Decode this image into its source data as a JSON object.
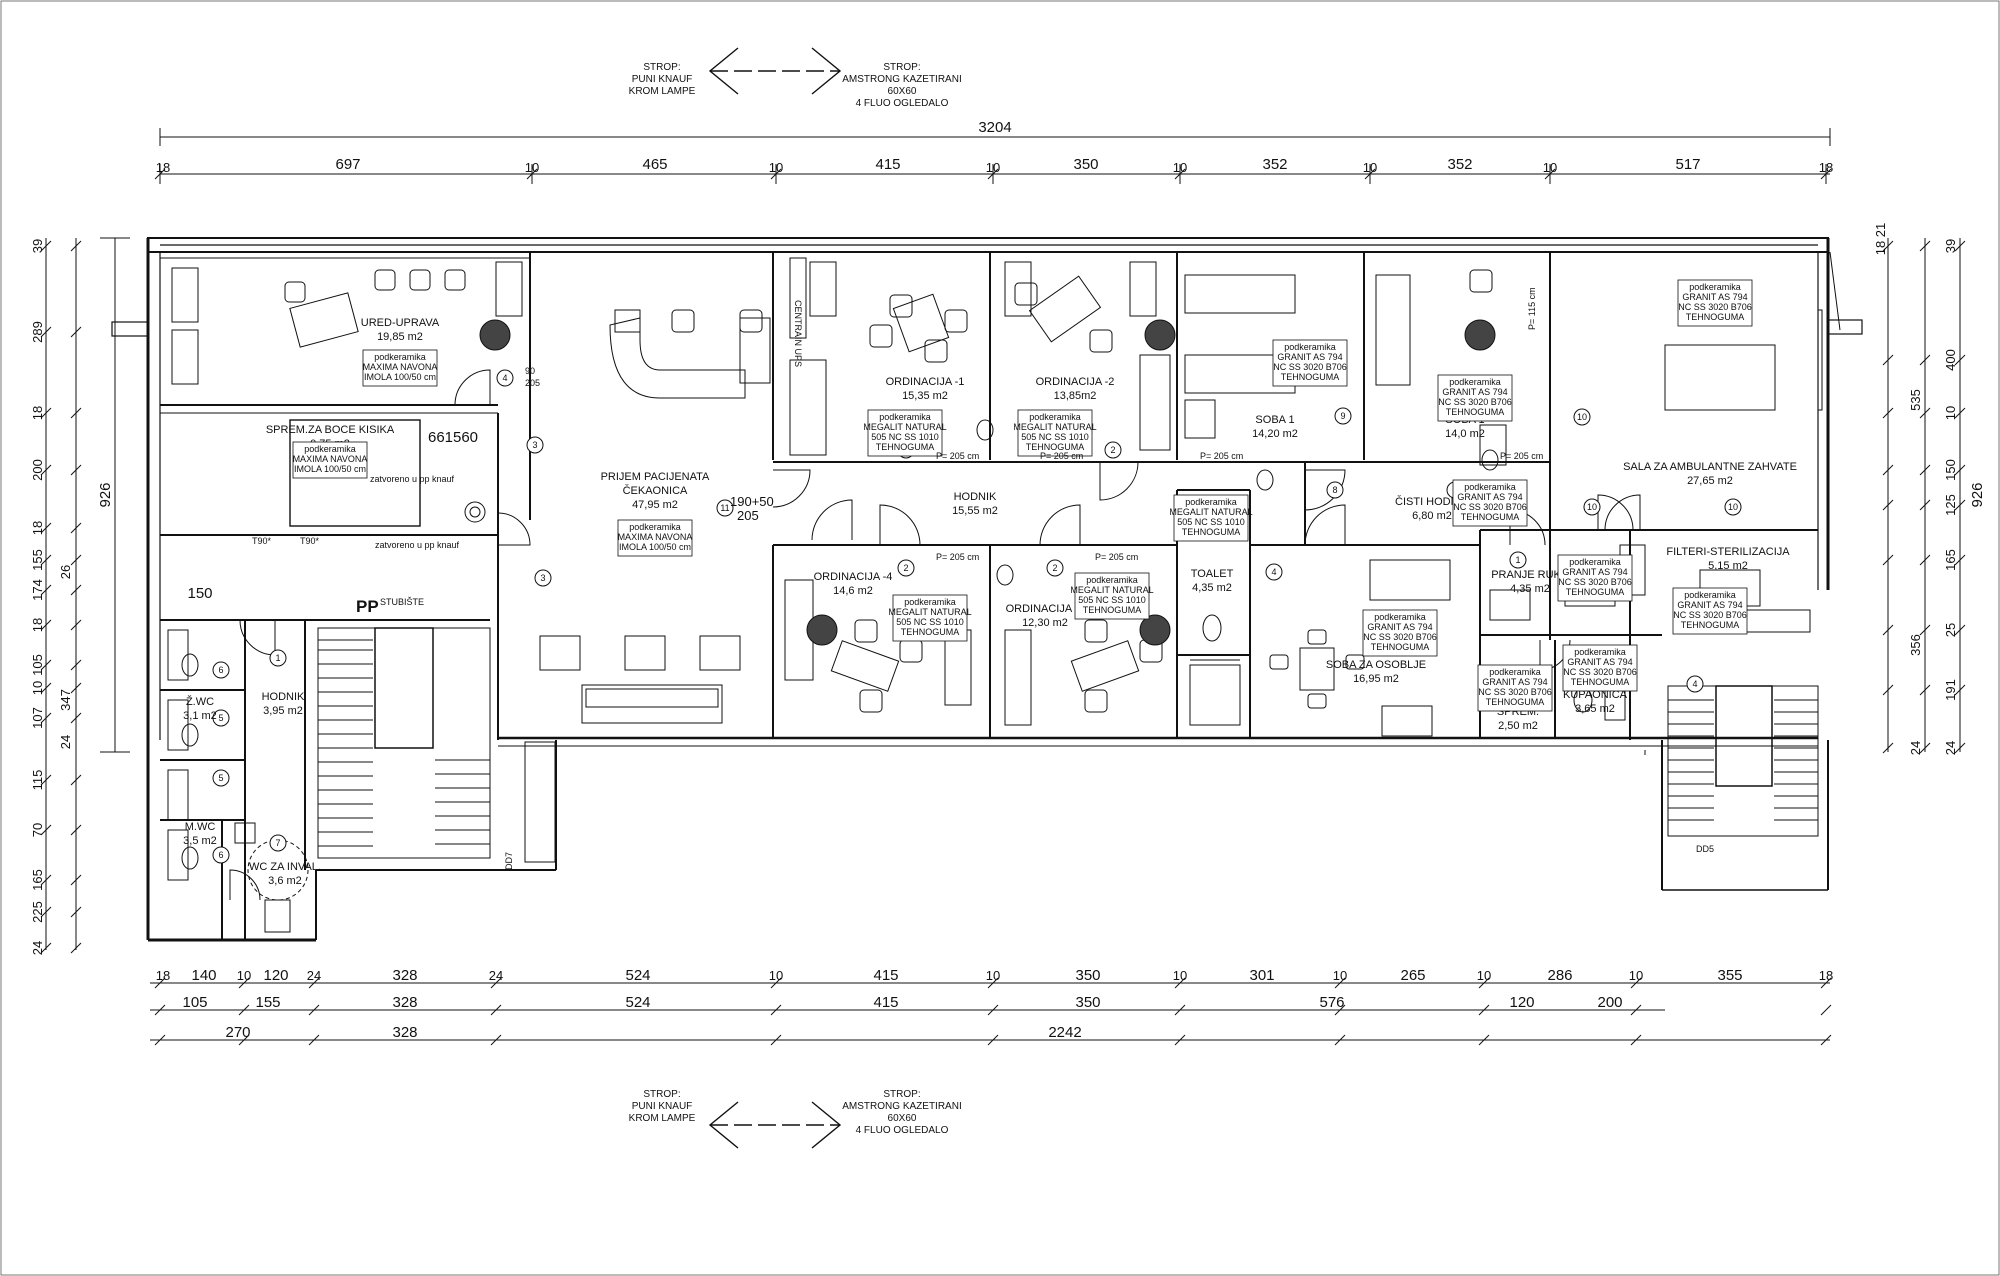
{
  "ceiling_notes": {
    "left": [
      "STROP:",
      "PUNI KNAUF",
      "KROM LAMPE"
    ],
    "right": [
      "STROP:",
      "AMSTRONG KAZETIRANI",
      "60X60",
      "4 FLUO OGLEDALO"
    ]
  },
  "dimensions": {
    "overall": "3204",
    "top_segments": [
      "697",
      "465",
      "415",
      "350",
      "352",
      "352",
      "517"
    ],
    "top_walls": [
      "18",
      "10",
      "10",
      "10",
      "10",
      "10",
      "10",
      "18"
    ],
    "bottom_row1": [
      "140",
      "120",
      "328",
      "524",
      "415",
      "350",
      "301",
      "265",
      "286",
      "355"
    ],
    "bottom_row2": [
      "105",
      "155",
      "328",
      "524",
      "415",
      "350",
      "576",
      "120",
      "200"
    ],
    "bottom_row3": [
      "270",
      "328",
      "2242"
    ],
    "bottom_walls": [
      "18",
      "10",
      "24",
      "24",
      "10",
      "10",
      "10",
      "10",
      "10",
      "10",
      "18"
    ],
    "left_outer": "926",
    "left_inner": [
      "39",
      "289",
      "18",
      "200",
      "18",
      "155",
      "174",
      "18",
      "105",
      "10",
      "107",
      "115",
      "70",
      "165",
      "225",
      "24"
    ],
    "left_extra": [
      "26",
      "347",
      "24"
    ],
    "right_outer": "926",
    "right_inner": [
      "39",
      "400",
      "10",
      "150",
      "125",
      "165",
      "25",
      "191",
      "24"
    ],
    "right_extra": [
      "21",
      "18",
      "535",
      "356",
      "24"
    ],
    "small_dims": [
      "150",
      "661",
      "560",
      "90",
      "205",
      "190+50",
      "205",
      "P= 205 cm",
      "P= 115 cm"
    ]
  },
  "rooms": [
    {
      "id": "ured",
      "name": "URED-UPRAVA",
      "area": "19,85 m2",
      "note": [
        "podkeramika",
        "MAXIMA NAVONA",
        "IMOLA 100/50 cm"
      ]
    },
    {
      "id": "sprem-boce",
      "name": "SPREM.ZA BOCE KISIKA",
      "area": "0,75 m2",
      "note": [
        "podkeramika",
        "MAXIMA NAVONA",
        "IMOLA 100/50 cm"
      ]
    },
    {
      "id": "prijem",
      "name": "PRIJEM PACIJENATA",
      "name2": "ČEKAONICA",
      "area": "47,95 m2",
      "note": [
        "podkeramika",
        "MAXIMA NAVONA",
        "IMOLA 100/50 cm"
      ]
    },
    {
      "id": "ord1",
      "name": "ORDINACIJA -1",
      "area": "15,35 m2",
      "note": [
        "podkeramika",
        "MEGALIT NATURAL",
        "505 NC SS 1010",
        "TEHNOGUMA"
      ]
    },
    {
      "id": "ord2",
      "name": "ORDINACIJA -2",
      "area": "13,85m2",
      "note": [
        "podkeramika",
        "MEGALIT NATURAL",
        "505 NC SS 1010",
        "TEHNOGUMA"
      ]
    },
    {
      "id": "soba1a",
      "name": "SOBA 1",
      "area": "14,20 m2",
      "note": [
        "podkeramika",
        "GRANIT AS 794",
        "NC SS 3020 B706",
        "TEHNOGUMA"
      ]
    },
    {
      "id": "soba1b",
      "name": "SOBA 1",
      "area": "14,0 m2",
      "note": [
        "podkeramika",
        "GRANIT AS 794",
        "NC SS 3020 B706",
        "TEHNOGUMA"
      ]
    },
    {
      "id": "sala",
      "name": "SALA ZA AMBULANTNE ZAHVATE",
      "area": "27,65 m2",
      "note": [
        "podkeramika",
        "GRANIT AS 794",
        "NC SS 3020 B706",
        "TEHNOGUMA"
      ]
    },
    {
      "id": "hodnik-main",
      "name": "HODNIK",
      "area": "15,55 m2"
    },
    {
      "id": "cisti-hodnik",
      "name": "ČISTI HODNIK",
      "area": "6,80 m2",
      "note": [
        "podkeramika",
        "GRANIT AS 794",
        "NC SS 3020 B706",
        "TEHNOGUMA"
      ]
    },
    {
      "id": "ord4",
      "name": "ORDINACIJA -4",
      "area": "14,6 m2",
      "note": [
        "podkeramika",
        "MEGALIT NATURAL",
        "505 NC SS 1010",
        "TEHNOGUMA"
      ]
    },
    {
      "id": "ord3",
      "name": "ORDINACIJA -3",
      "area": "12,30 m2",
      "note": [
        "podkeramika",
        "MEGALIT NATURAL",
        "505 NC SS 1010",
        "TEHNOGUMA"
      ]
    },
    {
      "id": "toalet",
      "name": "TOALET",
      "area": "4,35 m2",
      "note": [
        "podkeramika",
        "MEGALIT NATURAL",
        "505 NC SS 1010",
        "TEHNOGUMA"
      ]
    },
    {
      "id": "soba-osoblje",
      "name": "SOBA ZA OSOBLJE",
      "area": "16,95 m2",
      "note": [
        "podkeramika",
        "GRANIT AS 794",
        "NC SS 3020 B706",
        "TEHNOGUMA"
      ]
    },
    {
      "id": "pranje",
      "name": "PRANJE RUKU",
      "area": "4,35 m2",
      "note": [
        "podkeramika",
        "GRANIT AS 794",
        "NC SS 3020 B706",
        "TEHNOGUMA"
      ]
    },
    {
      "id": "filteri",
      "name": "FILTERI-STERILIZACIJA",
      "area": "5,15 m2",
      "note": [
        "podkeramika",
        "GRANIT AS 794",
        "NC SS 3020 B706",
        "TEHNOGUMA"
      ]
    },
    {
      "id": "sprem",
      "name": "SPREM.",
      "area": "2,50 m2",
      "note": [
        "podkeramika",
        "GRANIT AS 794",
        "NC SS 3020 B706",
        "TEHNOGUMA"
      ]
    },
    {
      "id": "kupaonica",
      "name": "KUPAONICA",
      "area": "3,65 m2",
      "note": [
        "podkeramika",
        "GRANIT AS 794",
        "NC SS 3020 B706",
        "TEHNOGUMA"
      ]
    },
    {
      "id": "hodnik-small",
      "name": "HODNIK",
      "area": "3,95 m2"
    },
    {
      "id": "zwc",
      "name": "Ž.WC",
      "area": "3,1 m2"
    },
    {
      "id": "mwc",
      "name": "M.WC",
      "area": "3,5 m2"
    },
    {
      "id": "wc-inval",
      "name": "WC ZA INVAL.",
      "area": "3,6 m2"
    }
  ],
  "labels": {
    "pp": "PP",
    "pp_sub": "STUBIŠTE",
    "centrain_ups": "CENTRAIN UPS",
    "zatvoreno1": "zatvoreno u pp knauf",
    "zatvoreno2": "zatvoreno u pp knauf",
    "t90a": "T90*",
    "t90b": "T90*",
    "dd5": "DD5",
    "dd7": "DD7"
  },
  "door_numbers": [
    "1",
    "2",
    "3",
    "4",
    "5",
    "6",
    "7",
    "8",
    "9",
    "10",
    "11"
  ]
}
